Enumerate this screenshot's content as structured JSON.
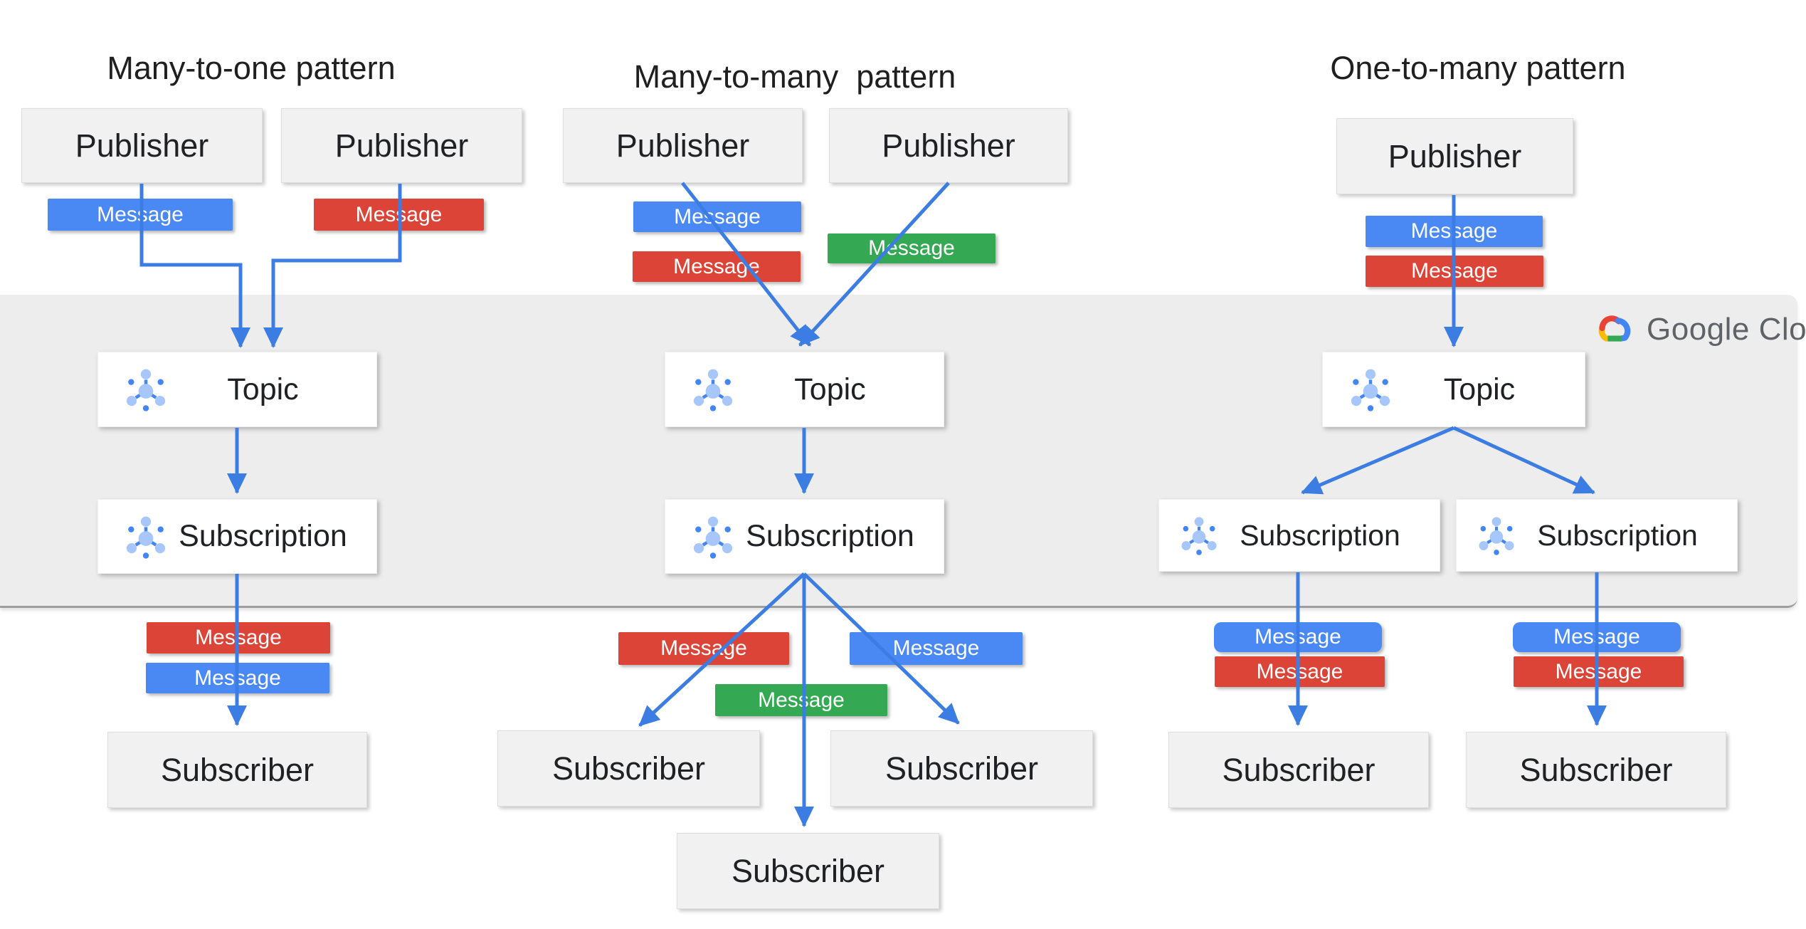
{
  "titles": {
    "many_to_one": "Many-to-one pattern",
    "many_to_many": "Many-to-many  pattern",
    "one_to_many": "One-to-many pattern"
  },
  "labels": {
    "publisher": "Publisher",
    "topic": "Topic",
    "subscription": "Subscription",
    "subscriber": "Subscriber",
    "message": "Message"
  },
  "logo": {
    "text": "Google Cloud"
  },
  "icons": {
    "pubsub_node": "pubsub-icon (center hub circle with three connected satellite circles and three dots)",
    "cloud_logo": "google-cloud-multicolor-cloud-icon"
  },
  "colors": {
    "message_blue": "#4A89F4",
    "message_red": "#DB4437",
    "message_green": "#34A853",
    "arrow_blue": "#3B7DE3",
    "band_gray": "#EDEDED",
    "band_edge": "#9E9E9E",
    "node_gray_fill": "#F1F1F1",
    "node_white_fill": "#FFFFFF",
    "logo_text_gray": "#5F6368",
    "logo_red": "#EA4335",
    "logo_yellow": "#FBBC05",
    "logo_green": "#34A853",
    "logo_blue": "#4285F4",
    "icon_light_blue": "#A7C7FB",
    "icon_dark_blue": "#4285F4"
  }
}
